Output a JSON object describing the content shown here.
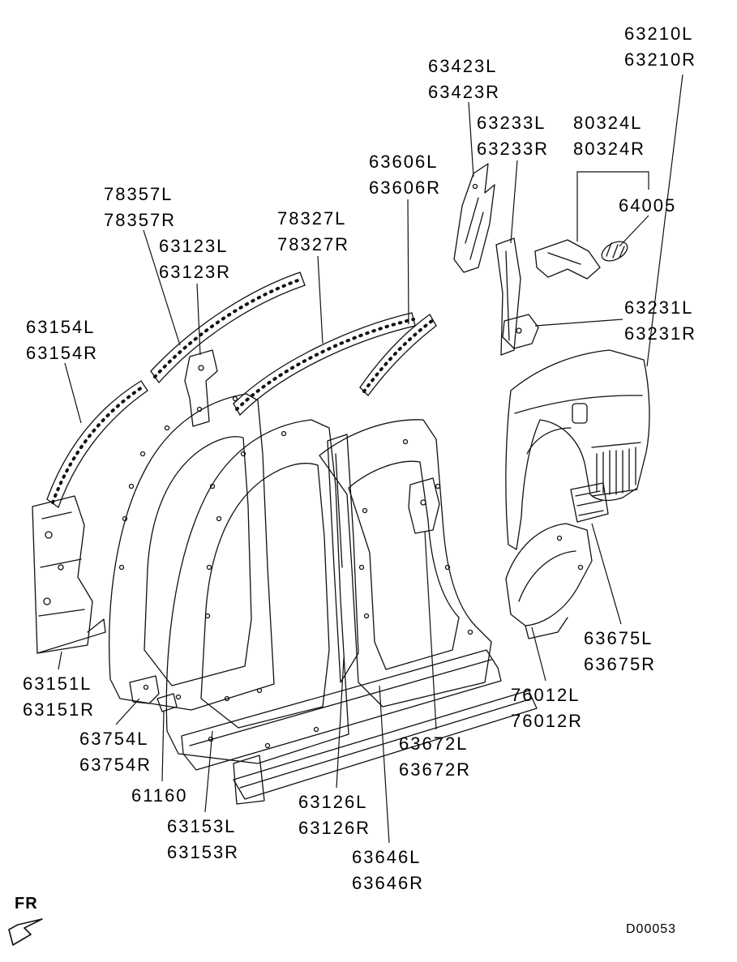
{
  "page": {
    "background": "#ffffff",
    "line_color": "#111111",
    "drawing_code": "D00053",
    "orientation_label": "FR"
  },
  "labels": {
    "p63210": {
      "l1": "63210L",
      "l2": "63210R"
    },
    "p63423": {
      "l1": "63423L",
      "l2": "63423R"
    },
    "p63233": {
      "l1": "63233L",
      "l2": "63233R"
    },
    "p80324": {
      "l1": "80324L",
      "l2": "80324R"
    },
    "p63606": {
      "l1": "63606L",
      "l2": "63606R"
    },
    "p64005": {
      "l1": "64005"
    },
    "p78357": {
      "l1": "78357L",
      "l2": "78357R"
    },
    "p78327": {
      "l1": "78327L",
      "l2": "78327R"
    },
    "p63123": {
      "l1": "63123L",
      "l2": "63123R"
    },
    "p63154": {
      "l1": "63154L",
      "l2": "63154R"
    },
    "p63231": {
      "l1": "63231L",
      "l2": "63231R"
    },
    "p63151": {
      "l1": "63151L",
      "l2": "63151R"
    },
    "p63754": {
      "l1": "63754L",
      "l2": "63754R"
    },
    "p61160": {
      "l1": "61160"
    },
    "p63153": {
      "l1": "63153L",
      "l2": "63153R"
    },
    "p63126": {
      "l1": "63126L",
      "l2": "63126R"
    },
    "p63646": {
      "l1": "63646L",
      "l2": "63646R"
    },
    "p63672": {
      "l1": "63672L",
      "l2": "63672R"
    },
    "p76012": {
      "l1": "76012L",
      "l2": "76012R"
    },
    "p63675": {
      "l1": "63675L",
      "l2": "63675R"
    }
  }
}
